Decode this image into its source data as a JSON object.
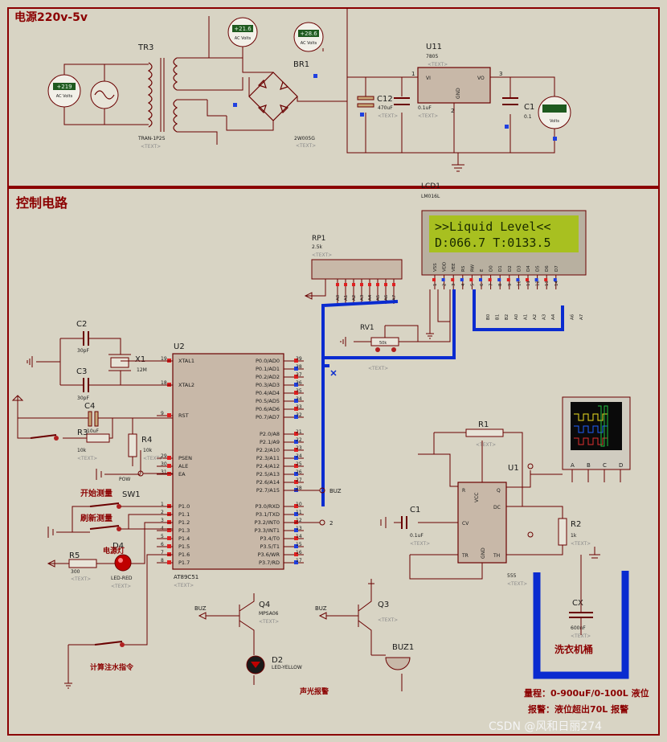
{
  "sections": {
    "power_title": "电源220v-5v",
    "control_title": "控制电路"
  },
  "placeholder": "<TEXT>",
  "voltmeters": {
    "ac_in": {
      "value": "+219",
      "unit": "AC Volts"
    },
    "ac_sec1": {
      "value": "+21.6",
      "unit": "AC Volts"
    },
    "ac_sec2": {
      "value": "+28.6",
      "unit": "AC Volts"
    },
    "dc_out": {
      "value": "",
      "unit": "Volts"
    }
  },
  "power": {
    "transformer_ref": "TR3",
    "transformer_val": "TRAN-1P2S",
    "bridge_ref": "BR1",
    "bridge_val": "2W005G",
    "c12_ref": "C12",
    "c12_val": "470uF",
    "c_ref": "C",
    "c_val": "0.1uF",
    "c1_ref": "C1",
    "c1_val": "0.1",
    "reg_ref": "U11",
    "reg_val": "7805",
    "reg_vi": "VI",
    "reg_vo": "VO",
    "reg_gnd": "GND",
    "pin1": "1",
    "pin2": "2",
    "pin3": "3"
  },
  "lcd": {
    "ref": "LCD1",
    "model": "LM016L",
    "line1": ">>Liquid Level<<",
    "line2": "D:066.7 T:0133.5",
    "pins": [
      "VSS",
      "VDD",
      "VEE",
      "RS",
      "RW",
      "E",
      "D0",
      "D1",
      "D2",
      "D3",
      "D4",
      "D5",
      "D6",
      "D7"
    ],
    "pin_nums": [
      "1",
      "2",
      "3",
      "4",
      "5",
      "6",
      "7",
      "8",
      "9",
      "10",
      "11",
      "12",
      "13",
      "14"
    ],
    "nets": [
      "B0",
      "B1",
      "B2",
      "A0",
      "A1",
      "A2",
      "A3",
      "A4",
      "A5",
      "A6",
      "A7"
    ]
  },
  "rp1": {
    "ref": "RP1",
    "val": "2.5k",
    "nets": [
      "A0",
      "A1",
      "A2",
      "A3",
      "A4",
      "A5",
      "A6",
      "A7"
    ]
  },
  "rv1": {
    "ref": "RV1",
    "val": "50k"
  },
  "mcu": {
    "ref": "U2",
    "model": "AT89C51",
    "left_pins": [
      {
        "name": "XTAL1",
        "num": "19"
      },
      {
        "name": "XTAL2",
        "num": "18"
      },
      {
        "name": "RST",
        "num": "9"
      },
      {
        "name": "PSEN",
        "num": "29"
      },
      {
        "name": "ALE",
        "num": "30"
      },
      {
        "name": "EA",
        "num": "31"
      },
      {
        "name": "P1.0",
        "num": "1"
      },
      {
        "name": "P1.1",
        "num": "2"
      },
      {
        "name": "P1.2",
        "num": "3"
      },
      {
        "name": "P1.3",
        "num": "4"
      },
      {
        "name": "P1.4",
        "num": "5"
      },
      {
        "name": "P1.5",
        "num": "6"
      },
      {
        "name": "P1.6",
        "num": "7"
      },
      {
        "name": "P1.7",
        "num": "8"
      }
    ],
    "right_pins": [
      {
        "name": "P0.0/AD0",
        "num": "39"
      },
      {
        "name": "P0.1/AD1",
        "num": "38"
      },
      {
        "name": "P0.2/AD2",
        "num": "37"
      },
      {
        "name": "P0.3/AD3",
        "num": "36"
      },
      {
        "name": "P0.4/AD4",
        "num": "35"
      },
      {
        "name": "P0.5/AD5",
        "num": "34"
      },
      {
        "name": "P0.6/AD6",
        "num": "33"
      },
      {
        "name": "P0.7/AD7",
        "num": "32"
      },
      {
        "name": "P2.0/A8",
        "num": "21"
      },
      {
        "name": "P2.1/A9",
        "num": "22"
      },
      {
        "name": "P2.2/A10",
        "num": "23"
      },
      {
        "name": "P2.3/A11",
        "num": "24"
      },
      {
        "name": "P2.4/A12",
        "num": "25"
      },
      {
        "name": "P2.5/A13",
        "num": "26"
      },
      {
        "name": "P2.6/A14",
        "num": "27"
      },
      {
        "name": "P2.7/A15",
        "num": "28"
      },
      {
        "name": "P3.0/RXD",
        "num": "10"
      },
      {
        "name": "P3.1/TXD",
        "num": "11"
      },
      {
        "name": "P3.2/INT0",
        "num": "12"
      },
      {
        "name": "P3.3/INT1",
        "num": "13"
      },
      {
        "name": "P3.4/T0",
        "num": "14"
      },
      {
        "name": "P3.5/T1",
        "num": "15"
      },
      {
        "name": "P3.6/WR",
        "num": "16"
      },
      {
        "name": "P3.7/RD",
        "num": "17"
      }
    ]
  },
  "parts": {
    "c2": {
      "ref": "C2",
      "val": "30pF"
    },
    "c3": {
      "ref": "C3",
      "val": "30pF"
    },
    "c4": {
      "ref": "C4",
      "val": "10uF"
    },
    "x1": {
      "ref": "X1",
      "val": "12M"
    },
    "r3": {
      "ref": "R3",
      "val": "10k"
    },
    "r4": {
      "ref": "R4",
      "val": "10k"
    },
    "r5": {
      "ref": "R5",
      "val": "300"
    },
    "led": {
      "ref": "D4",
      "val": "LED-RED"
    },
    "sw1": {
      "ref": "SW1"
    },
    "pow": "POW",
    "buz_net": "BUZ",
    "net2": "2",
    "q4": {
      "ref": "Q4",
      "val": "MPSA06"
    },
    "q3": {
      "ref": "Q3"
    },
    "d2": {
      "ref": "D2",
      "val": "LED-YELLOW"
    },
    "buz1": {
      "ref": "BUZ1"
    },
    "r1": {
      "ref": "R1"
    },
    "r2": {
      "ref": "R2",
      "val": "1k"
    },
    "c1b": {
      "ref": "C1",
      "val": "0.1uF"
    },
    "cx": {
      "ref": "CX",
      "val": "600nF"
    },
    "timer": {
      "ref": "U1",
      "val": "555",
      "pins": {
        "vcc": "VCC",
        "r": "R",
        "q": "Q",
        "dc": "DC",
        "cv": "CV",
        "tr": "TR",
        "th": "TH",
        "gnd": "GND"
      }
    },
    "scope_ch": [
      "A",
      "B",
      "C",
      "D"
    ]
  },
  "labels": {
    "start_measure": "开始测量",
    "re_measure": "刷新测量",
    "power_led": "电源灯",
    "water_cmd": "计算注水指令",
    "alarm": "声光报警",
    "washer": "洗衣机桶",
    "range": "量程：0-900uF/0-100L 液位",
    "alarm_note": "报警：液位超出70L 报警",
    "watermark": "CSDN @风和日丽274"
  }
}
